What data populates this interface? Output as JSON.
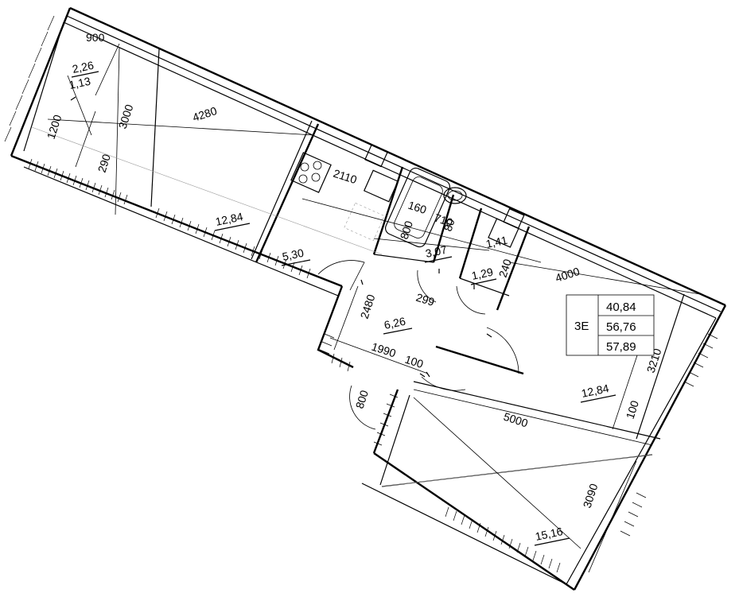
{
  "colors": {
    "line": "#000000",
    "background": "#ffffff",
    "ghost": "#9a9a9a"
  },
  "dimensions": {
    "d900_top": "900",
    "d3000": "3000",
    "d4280": "4280",
    "d1200": "1200",
    "d290": "290",
    "d2110": "2110",
    "d160": "160",
    "d710": "710",
    "d80": "80",
    "d800": "800",
    "d240": "240",
    "d4000": "4000",
    "d2480": "2480",
    "d299": "299",
    "d1990": "1990",
    "d100_hall": "100",
    "d800_bottom": "800",
    "d5000": "5000",
    "d100_right": "100",
    "d3210": "3210",
    "d3090": "3090"
  },
  "areas": {
    "balcony_a": "2,26",
    "balcony_b": "1,13",
    "living_left": "12,84",
    "kitchen": "5,30",
    "bath": "3,07",
    "wc": "1,29",
    "wc_small": "1,41",
    "hall": "6,26",
    "bedroom_right": "12,84",
    "room_bottom": "15,16"
  },
  "summary_table": {
    "type": "3Е",
    "living_area": "40,84",
    "total_area": "56,76",
    "total_with_balcony": "57,89"
  }
}
